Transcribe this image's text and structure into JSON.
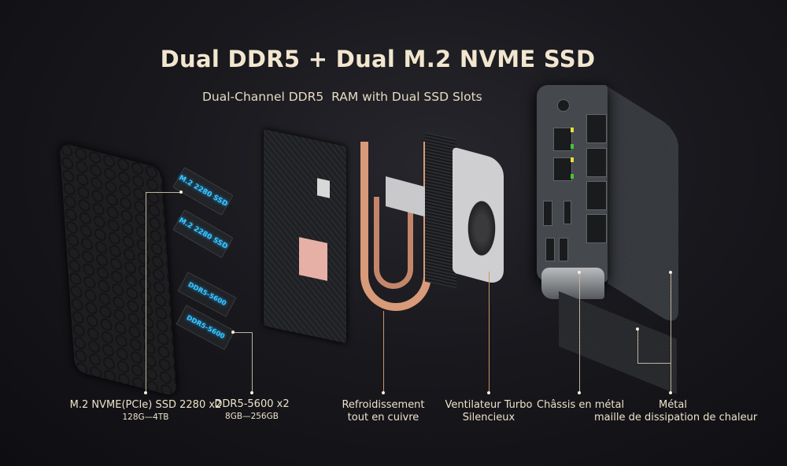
{
  "header": {
    "title": "Dual DDR5 + Dual M.2 NVME SSD",
    "subtitle": "Dual-Channel DDR5  RAM with Dual SSD Slots"
  },
  "components": {
    "ssd_module_text": "M.2 2280 SSD",
    "ram_module_text": "DDR5-5600"
  },
  "labels": [
    {
      "id": "ssd",
      "line1": "M.2 NVME(PCIe) SSD 2280 x2",
      "line2": "128G—4TB"
    },
    {
      "id": "ram",
      "line1": "DDR5-5600 x2",
      "line2": "8GB—256GB"
    },
    {
      "id": "copper",
      "line1": "Refroidissement",
      "line2": "tout en cuivre"
    },
    {
      "id": "fan",
      "line1": "Ventilateur Turbo",
      "line2": "Silencieux"
    },
    {
      "id": "chassis",
      "line1": "Châssis en métal",
      "line2": ""
    },
    {
      "id": "mesh",
      "line1": "Métal",
      "line2": "maille de dissipation de chaleur"
    }
  ],
  "colors": {
    "background": "#16161b",
    "text": "#efe3cc",
    "module_glow": "#38c8ff",
    "copper": "#d89a78",
    "leader_line": "#bdb39e"
  }
}
